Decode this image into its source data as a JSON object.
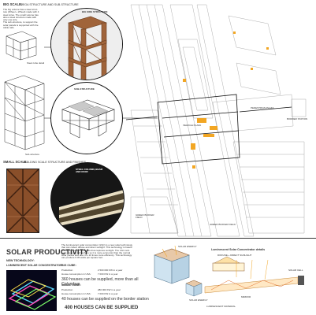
{
  "left_panel": {
    "big_scale_heading": "BIG SCALE:",
    "big_scale_subheading": "MEGA STRUCTURE AND SUB-STRUCTURE",
    "big_scale_desc": [
      "The big volume has a steel struc-",
      "ture (Wheel + Wheel) made with 4",
      "steel sizes. The small volume has",
      "also a steel structure made with",
      "only one size.",
      "The sub-structure, to support the",
      "solar panels is supported with the",
      "cable rails."
    ],
    "detail_label_1": "Steel cube detail",
    "detail_label_2": "Sub-structure",
    "big_structure_label": "BIG SIDE STRUCTURE",
    "sub_structure_label": "SUB-STRUCTURE",
    "small_scale_heading": "SMALL SCALE:",
    "small_scale_subheading": "BUILDING SCALE STRUCTURE AND FINISHES",
    "steel_label": "STEEL COLUMN, BEAM AND ROOF"
  },
  "plan": {
    "label_pedestrian": "PEDESTRIAN PLAZA",
    "label_right_top": "BORDER STATION",
    "label_left_bottom": "GREEN BUFFER FIELD",
    "label_bottom_center": "GREEN BUFFER FIELD",
    "label_vehicle": "VEHICLE PLAZA"
  },
  "bottom": {
    "title": "SOLAR PRODUCTIVITY",
    "subtitle_1": "NEW TECHNOLOGY:",
    "subtitle_2": "LUMINESCENT SOLAR CONCENTRATOR",
    "intro": [
      "The luminescent solar concentrator (LSC) is a new solar technology",
      "that can collect diffuse and direct sunlight. This technology is based",
      "on the fluorescent materials that captures sunlight. The LSC redi-",
      "rects the solar cell surface so it is more economic than the normal",
      "solar panels and also it is 10 times more efficiency. This technology",
      "can produce 6.45 watts per square foot."
    ],
    "big_cube_heading": "BIG CUBE:",
    "big_cube_rows": [
      {
        "label": "Production",
        "value": "2 500 000 KW in a year"
      },
      {
        "label": "House consumption in USA:",
        "value": "7 000 KW in a year"
      }
    ],
    "big_cube_result": "360 houses can be supplied, more than all Columbus",
    "small_cube_heading": "SMALL CUBE:",
    "small_cube_rows": [
      {
        "label": "Production",
        "value": "280 000 KW in a year"
      },
      {
        "label": "House consumption in USA:",
        "value": "7 000 KW in a year"
      }
    ],
    "small_cube_result": "40 houses can be supplied on the border station",
    "final": "400 HOUSES CAN BE SUPPLIED",
    "cube_label_1": "SOLAR ENERGY",
    "cube_label_2": "SOLAR ENERGY",
    "detail_title": "Luminescent Solar Concentrator details",
    "detail_sub": "DIFFUSE + DIRECT SUNLIGHT",
    "detail_label_mirror": "MIRROR",
    "detail_label_cell": "SOLAR CELL",
    "detail_caption": "LUMINESCENT MATERIAL"
  },
  "colors": {
    "orange": "#f2a623",
    "wood": "#a0643a",
    "dark": "#1a1a1a",
    "plan_line": "#9a9a9a"
  }
}
